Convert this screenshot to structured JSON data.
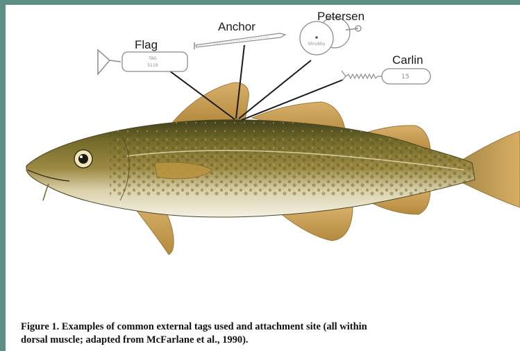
{
  "tags": {
    "flag": {
      "label": "Flag",
      "inscription_1": "TAG",
      "inscription_2": "5119"
    },
    "anchor": {
      "label": "Anchor"
    },
    "petersen": {
      "label": "Petersen",
      "inscription": "Shrubby"
    },
    "carlin": {
      "label": "Carlin",
      "inscription": "15"
    }
  },
  "caption": {
    "line1": "Figure 1. Examples of common external tags used and attachment site (all within",
    "line2": "dorsal muscle; adapted from McFarlane et al., 1990)."
  },
  "colors": {
    "border": "#5e8f86",
    "fish_back": "#6b6424",
    "fish_belly": "#f2efe2",
    "fin": "#c49a4e",
    "tag_outline": "#8a8a8a",
    "leader_line": "#1a1a1a"
  }
}
